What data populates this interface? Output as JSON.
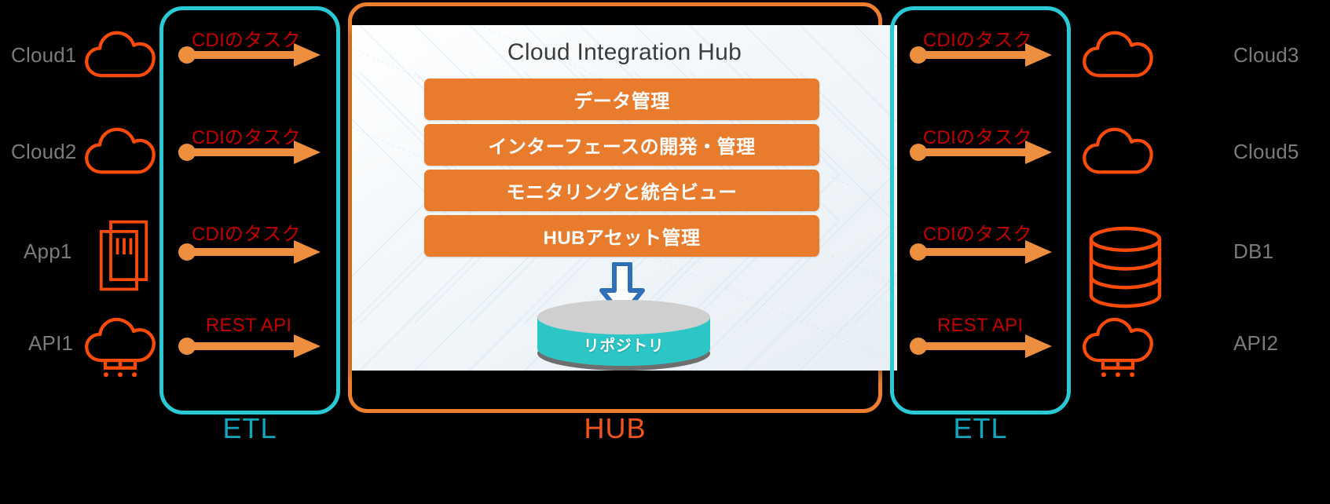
{
  "diagram": {
    "title": "Cloud Integration Hub architecture",
    "colors": {
      "accent_orange": "#ef7f2e",
      "bar_orange": "#e97b2c",
      "icon_orange": "#fb4b08",
      "teal": "#29cad4",
      "teal_caption": "#11a8bd",
      "label_gray": "#7b7b7b",
      "flow_red": "#c40000",
      "hub_caption": "#f3541b",
      "repo_teal": "#2cc6c6",
      "arrow_blue": "#2f6fba"
    }
  },
  "left_group": {
    "caption": "ETL",
    "nodes": [
      {
        "label": "Cloud1",
        "icon": "cloud-icon"
      },
      {
        "label": "Cloud2",
        "icon": "cloud-icon"
      },
      {
        "label": "App1",
        "icon": "documents-icon"
      },
      {
        "label": "API1",
        "icon": "api-cloud-icon"
      }
    ],
    "flows": [
      {
        "label": "CDIのタスク"
      },
      {
        "label": "CDIのタスク"
      },
      {
        "label": "CDIのタスク"
      },
      {
        "label": "REST API"
      }
    ]
  },
  "right_group": {
    "caption": "ETL",
    "nodes": [
      {
        "label": "Cloud3",
        "icon": "cloud-icon"
      },
      {
        "label": "Cloud5",
        "icon": "cloud-icon"
      },
      {
        "label": "DB1",
        "icon": "database-icon"
      },
      {
        "label": "API2",
        "icon": "api-cloud-icon"
      }
    ],
    "flows": [
      {
        "label": "CDIのタスク"
      },
      {
        "label": "CDIのタスク"
      },
      {
        "label": "CDIのタスク"
      },
      {
        "label": "REST API"
      }
    ]
  },
  "hub": {
    "caption": "HUB",
    "panel_title": "Cloud Integration Hub",
    "capabilities": [
      {
        "label": "データ管理"
      },
      {
        "label": "インターフェースの開発・管理"
      },
      {
        "label": "モニタリングと統合ビュー"
      },
      {
        "label": "HUBアセット管理"
      }
    ],
    "repository": {
      "label": "リポジトリ",
      "icon": "cylinder-icon"
    },
    "ingest_arrow": {
      "icon": "down-arrow-icon"
    }
  }
}
